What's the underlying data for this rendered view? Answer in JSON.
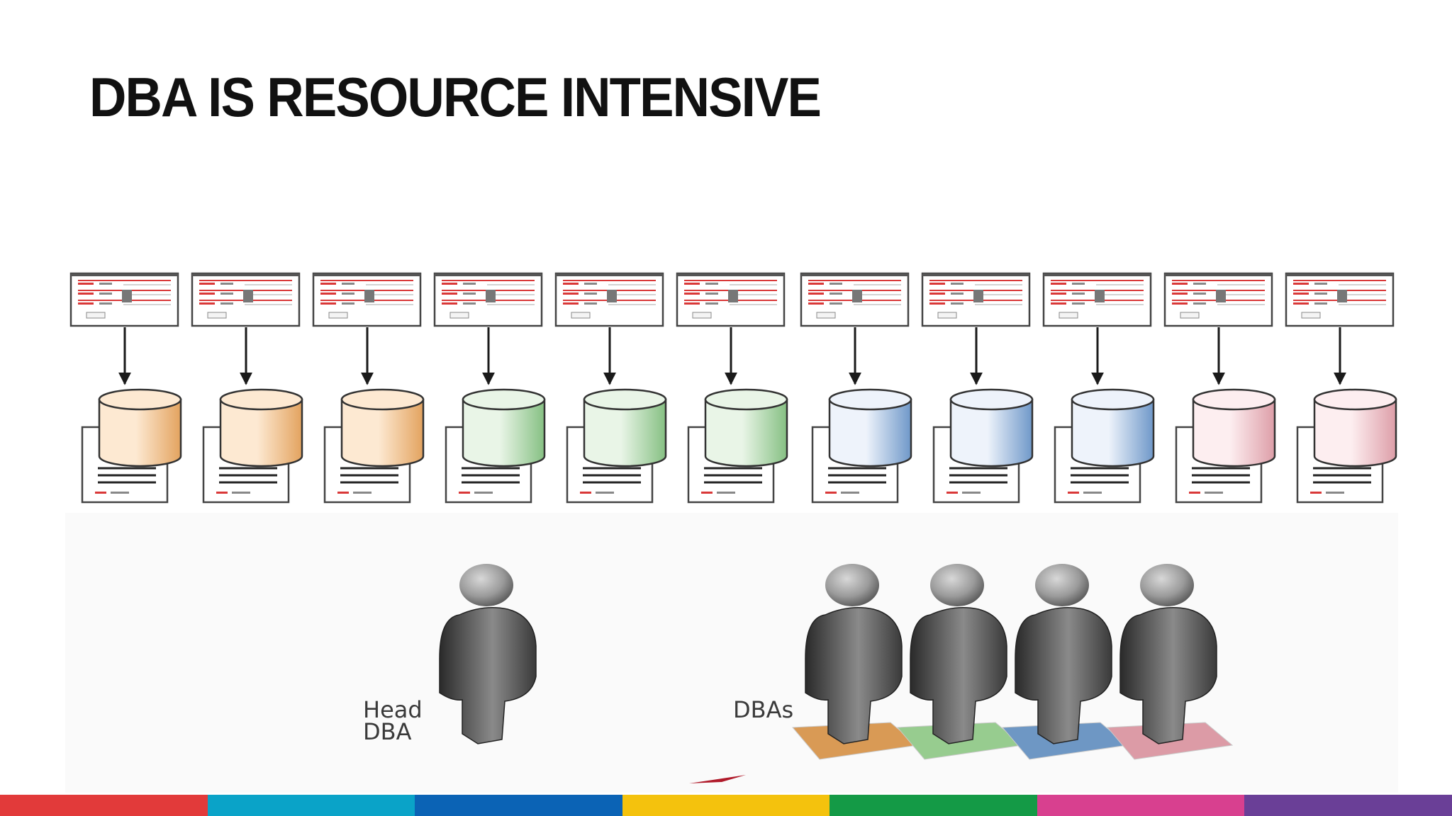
{
  "slide": {
    "title": "DBA IS RESOURCE INTENSIVE"
  },
  "diagram": {
    "groups": [
      {
        "color": "orange",
        "light": "#fde9d2",
        "dark": "#e3a35f",
        "floor": "#d99a55",
        "count": 3
      },
      {
        "color": "green",
        "light": "#e9f5e7",
        "dark": "#86c083",
        "floor": "#97cc8f",
        "count": 3
      },
      {
        "color": "blue",
        "light": "#eef3fb",
        "dark": "#6f98c9",
        "floor": "#6e97c4",
        "count": 3
      },
      {
        "color": "pink",
        "light": "#fdeef0",
        "dark": "#dd9ea8",
        "floor": "#dc9ba6",
        "count": 2
      }
    ],
    "head_dba_label": [
      "Head",
      "DBA"
    ],
    "dbas_label": "DBAs",
    "dba_count": 4
  },
  "stripe_colors": [
    "#e23a3a",
    "#0aa3c8",
    "#0b63b5",
    "#f4c20d",
    "#149a46",
    "#d8408f",
    "#6a3f97"
  ]
}
